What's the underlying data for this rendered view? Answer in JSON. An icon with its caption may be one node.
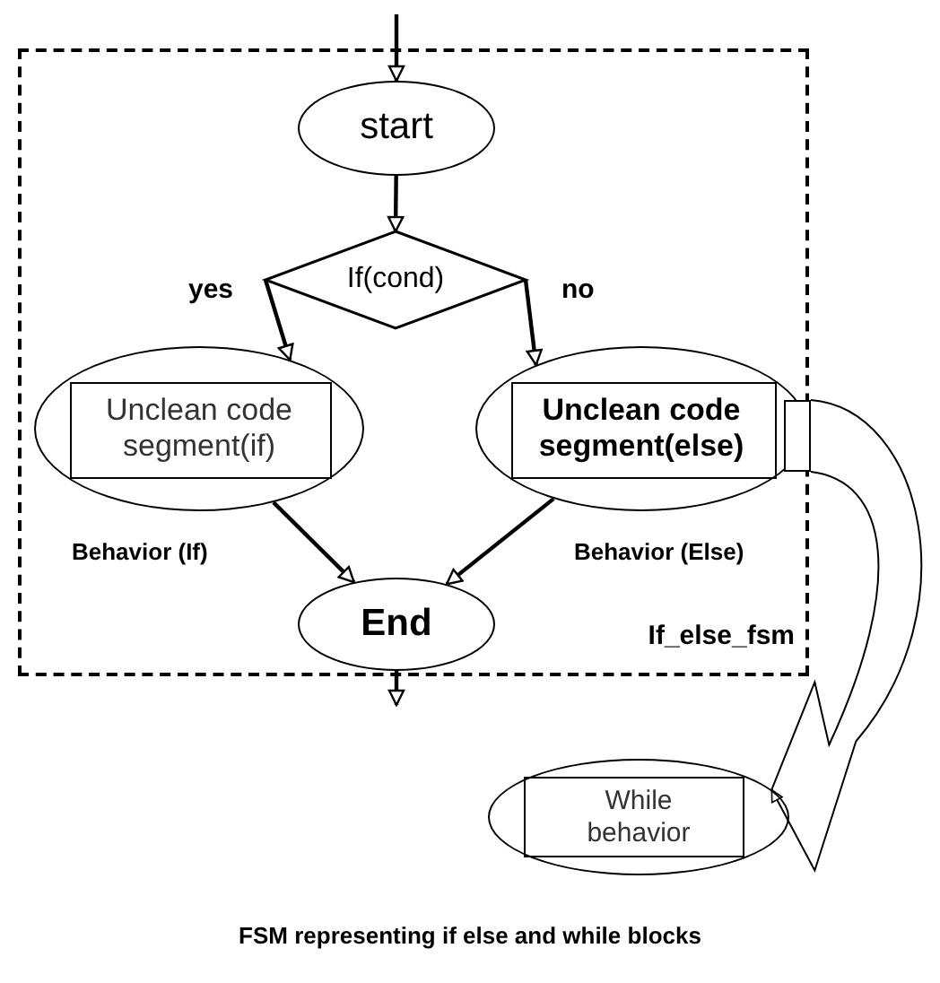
{
  "diagram": {
    "caption": "FSM representing if else and while blocks",
    "nodes": [
      {
        "text": [
          "If_else_fsm"
        ]
      },
      {
        "text": [
          "start"
        ],
        "in": 0
      },
      {
        "text": [
          "If(cond)"
        ],
        "in": 0
      },
      {
        "text": [
          "Unclean code segment(if)"
        ],
        "in": 0,
        "beside": [
          "Behavior (If)"
        ]
      },
      {
        "text": [
          "Unclean code segment(else)"
        ],
        "in": 0,
        "beside": [
          "Behavior (Else)"
        ]
      },
      {
        "text": [
          "End"
        ],
        "in": 0
      },
      {
        "text": [],
        "shape": "box",
        "in": 0
      },
      {
        "text": [
          "While behavior"
        ]
      }
    ],
    "edges": [
      {
        "from": null,
        "to": 1,
        "arrow": "to"
      },
      {
        "from": 1,
        "to": 2,
        "arrow": "to"
      },
      {
        "from": 2,
        "to": 3,
        "arrow": "to",
        "label": "yes"
      },
      {
        "from": 2,
        "to": 4,
        "arrow": "to",
        "label": "no"
      },
      {
        "from": 3,
        "to": 5,
        "arrow": "to"
      },
      {
        "from": 4,
        "to": 5,
        "arrow": "to"
      },
      {
        "from": 5,
        "to": null,
        "arrow": "to"
      },
      {
        "from": 6,
        "to": 7,
        "arrow": "to"
      }
    ]
  }
}
